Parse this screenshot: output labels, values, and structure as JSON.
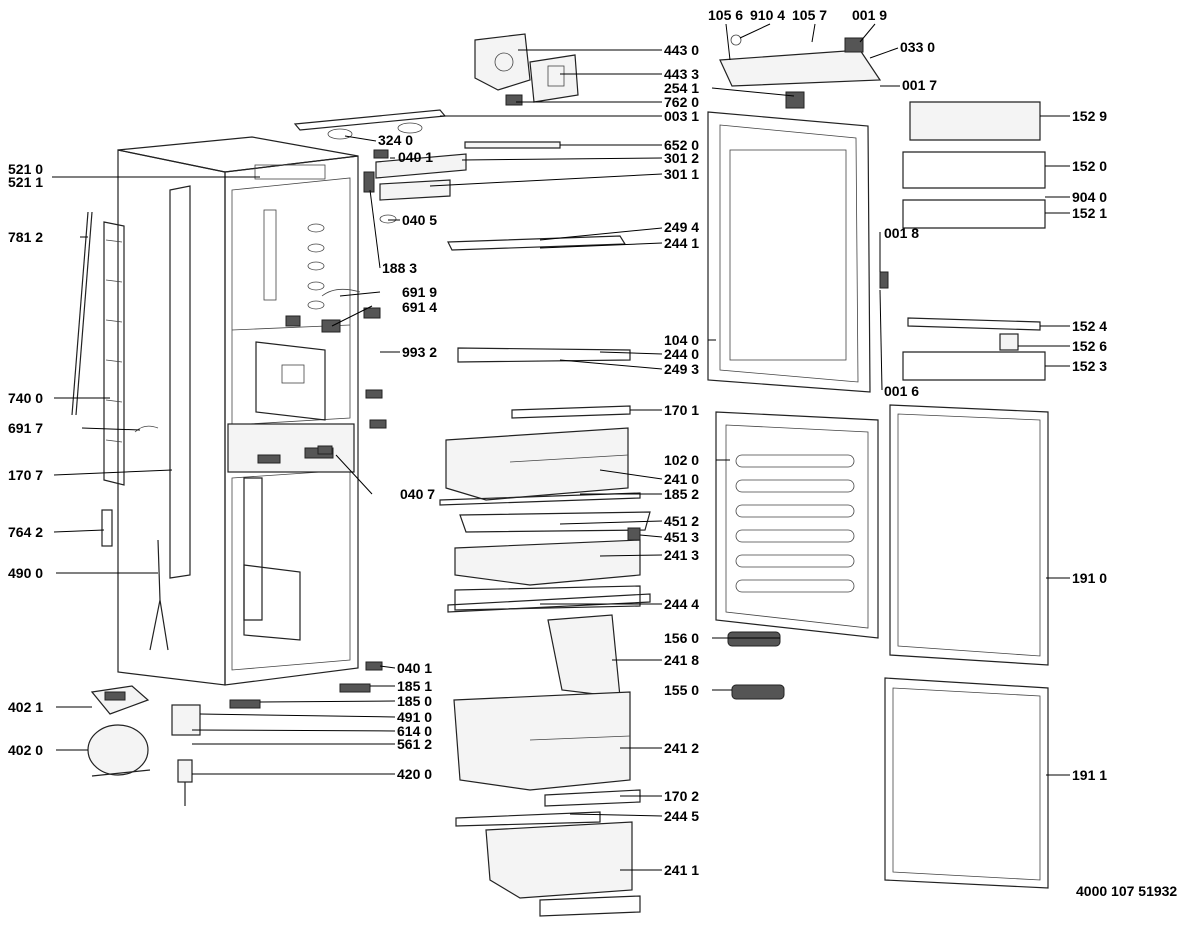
{
  "document_number": "4000 107 51932",
  "callouts": [
    {
      "id": "c-105-6",
      "label": "105 6"
    },
    {
      "id": "c-910-4",
      "label": "910 4"
    },
    {
      "id": "c-105-7",
      "label": "105 7"
    },
    {
      "id": "c-001-9",
      "label": "001 9"
    },
    {
      "id": "c-443-0",
      "label": "443 0"
    },
    {
      "id": "c-033-0",
      "label": "033 0"
    },
    {
      "id": "c-443-3",
      "label": "443 3"
    },
    {
      "id": "c-001-7",
      "label": "001 7"
    },
    {
      "id": "c-254-1",
      "label": "254 1"
    },
    {
      "id": "c-762-0",
      "label": "762 0"
    },
    {
      "id": "c-003-1",
      "label": "003 1"
    },
    {
      "id": "c-152-9",
      "label": "152 9"
    },
    {
      "id": "c-324-0",
      "label": "324 0"
    },
    {
      "id": "c-652-0",
      "label": "652 0"
    },
    {
      "id": "c-040-1-top",
      "label": "040 1"
    },
    {
      "id": "c-301-2",
      "label": "301 2"
    },
    {
      "id": "c-521-0",
      "label": "521 0"
    },
    {
      "id": "c-521-1",
      "label": "521 1"
    },
    {
      "id": "c-152-0",
      "label": "152 0"
    },
    {
      "id": "c-301-1",
      "label": "301 1"
    },
    {
      "id": "c-904-0",
      "label": "904 0"
    },
    {
      "id": "c-152-1",
      "label": "152 1"
    },
    {
      "id": "c-040-5",
      "label": "040 5"
    },
    {
      "id": "c-781-2",
      "label": "781 2"
    },
    {
      "id": "c-249-4",
      "label": "249 4"
    },
    {
      "id": "c-001-8",
      "label": "001 8"
    },
    {
      "id": "c-244-1",
      "label": "244 1"
    },
    {
      "id": "c-188-3",
      "label": "188 3"
    },
    {
      "id": "c-691-9",
      "label": "691 9"
    },
    {
      "id": "c-691-4",
      "label": "691 4"
    },
    {
      "id": "c-152-4",
      "label": "152 4"
    },
    {
      "id": "c-104-0",
      "label": "104 0"
    },
    {
      "id": "c-152-6",
      "label": "152 6"
    },
    {
      "id": "c-993-2",
      "label": "993 2"
    },
    {
      "id": "c-244-0",
      "label": "244 0"
    },
    {
      "id": "c-152-3",
      "label": "152 3"
    },
    {
      "id": "c-249-3",
      "label": "249 3"
    },
    {
      "id": "c-001-6",
      "label": "001 6"
    },
    {
      "id": "c-740-0",
      "label": "740 0"
    },
    {
      "id": "c-170-1",
      "label": "170 1"
    },
    {
      "id": "c-691-7",
      "label": "691 7"
    },
    {
      "id": "c-102-0",
      "label": "102 0"
    },
    {
      "id": "c-170-7",
      "label": "170 7"
    },
    {
      "id": "c-241-0",
      "label": "241 0"
    },
    {
      "id": "c-040-7",
      "label": "040 7"
    },
    {
      "id": "c-185-2",
      "label": "185 2"
    },
    {
      "id": "c-451-2",
      "label": "451 2"
    },
    {
      "id": "c-764-2",
      "label": "764 2"
    },
    {
      "id": "c-451-3",
      "label": "451 3"
    },
    {
      "id": "c-241-3",
      "label": "241 3"
    },
    {
      "id": "c-490-0",
      "label": "490 0"
    },
    {
      "id": "c-191-0",
      "label": "191 0"
    },
    {
      "id": "c-244-4",
      "label": "244 4"
    },
    {
      "id": "c-156-0",
      "label": "156 0"
    },
    {
      "id": "c-241-8",
      "label": "241 8"
    },
    {
      "id": "c-040-1-bottom",
      "label": "040 1"
    },
    {
      "id": "c-185-1",
      "label": "185 1"
    },
    {
      "id": "c-155-0",
      "label": "155 0"
    },
    {
      "id": "c-402-1",
      "label": "402 1"
    },
    {
      "id": "c-185-0",
      "label": "185 0"
    },
    {
      "id": "c-491-0",
      "label": "491 0"
    },
    {
      "id": "c-614-0",
      "label": "614 0"
    },
    {
      "id": "c-402-0",
      "label": "402 0"
    },
    {
      "id": "c-561-2",
      "label": "561 2"
    },
    {
      "id": "c-241-2",
      "label": "241 2"
    },
    {
      "id": "c-420-0",
      "label": "420 0"
    },
    {
      "id": "c-191-1",
      "label": "191 1"
    },
    {
      "id": "c-170-2",
      "label": "170 2"
    },
    {
      "id": "c-244-5",
      "label": "244 5"
    },
    {
      "id": "c-241-1",
      "label": "241 1"
    }
  ]
}
